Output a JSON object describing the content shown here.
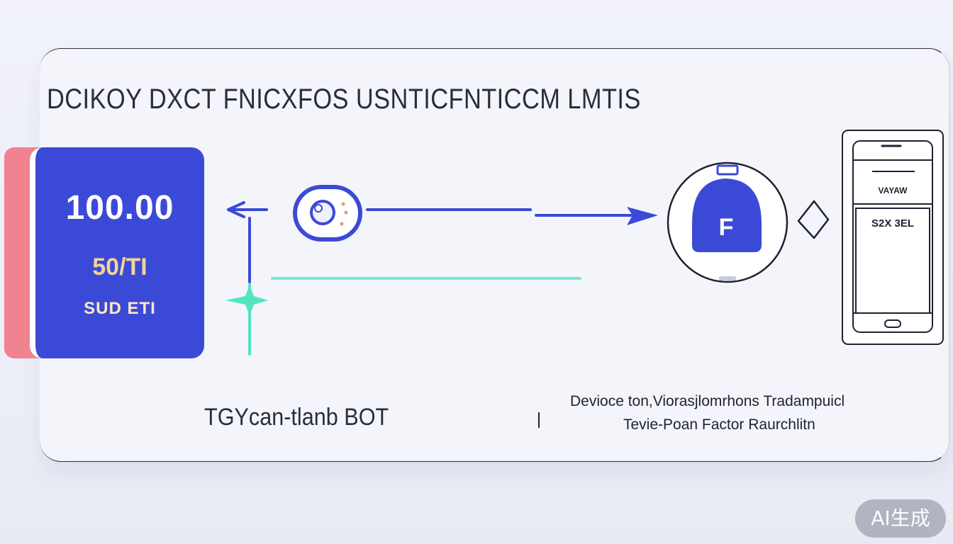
{
  "heading": "DCIKOY DXCT FNICXFOS USNTICFNTICCM LMTIS",
  "value_card": {
    "value": "100.00",
    "subline": "50/TI",
    "caption": "SUD ETI"
  },
  "hub": {
    "glyph": "F"
  },
  "phone": {
    "top_label": "VAYAW",
    "mid_label": "S2X 3EL"
  },
  "bottom_left_label": "TGYcan-tlanb BOT",
  "bottom_right_lines": [
    "Devioce ton,Viorasjlomrhons Tradampuicl",
    "Tevie-Poan Factor Raurchlitn"
  ],
  "badge": "AI生成",
  "colors": {
    "primary_blue": "#3b4ad6",
    "accent_teal": "#52e5c0",
    "accent_pink": "#f0838f",
    "ink": "#2b2d3a"
  }
}
